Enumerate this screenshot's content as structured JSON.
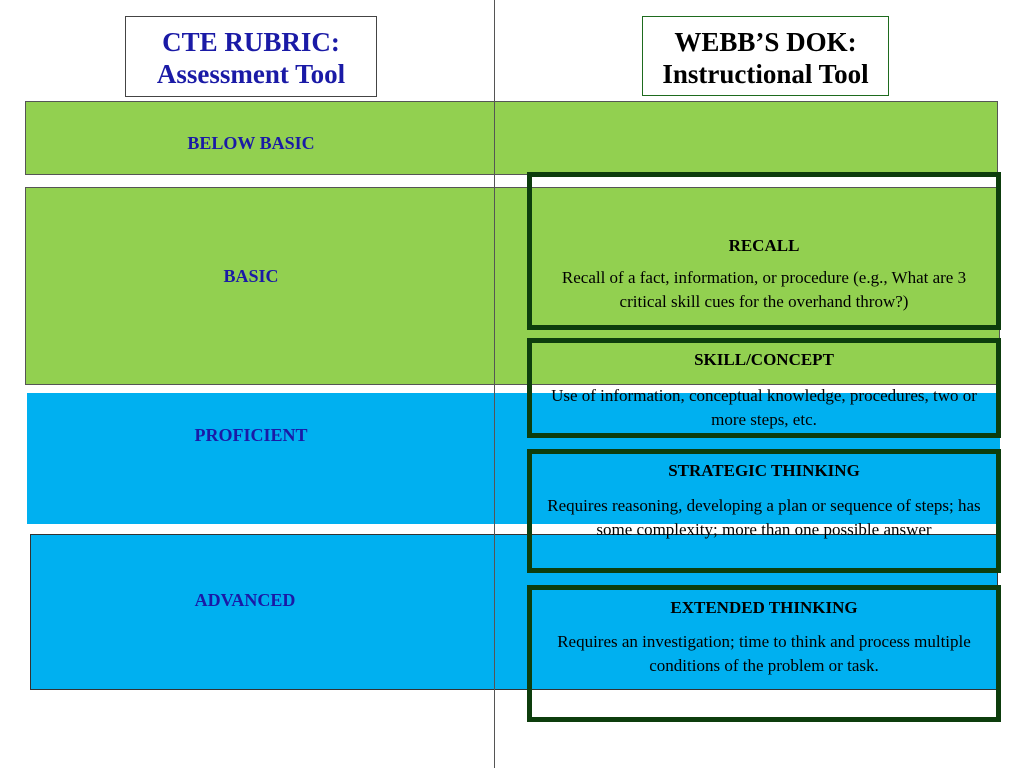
{
  "header": {
    "left_title_line1": "CTE RUBRIC:",
    "left_title_line2": "Assessment Tool",
    "right_title_line1": "WEBB’S DOK:",
    "right_title_line2": "Instructional Tool"
  },
  "rubric_levels": {
    "below_basic": "BELOW BASIC",
    "basic": "BASIC",
    "proficient": "PROFICIENT",
    "advanced": "ADVANCED"
  },
  "dok_levels": {
    "recall": {
      "title": "RECALL",
      "description": "Recall of a fact, information, or procedure (e.g., What are 3 critical skill cues for the overhand throw?)"
    },
    "skill_concept": {
      "title": "SKILL/CONCEPT",
      "description": "Use of information, conceptual knowledge, procedures, two or more steps, etc."
    },
    "strategic_thinking": {
      "title": "STRATEGIC THINKING",
      "description": "Requires reasoning, developing a plan or sequence of steps; has some complexity; more than one possible answer"
    },
    "extended_thinking": {
      "title": "EXTENDED THINKING",
      "description": "Requires an investigation; time to think and process multiple conditions of the problem or task."
    }
  },
  "colors": {
    "green_band": "#92d050",
    "blue_band": "#00b0f0",
    "level_text": "#1a1aa6",
    "dok_border": "#0d3d0d"
  }
}
